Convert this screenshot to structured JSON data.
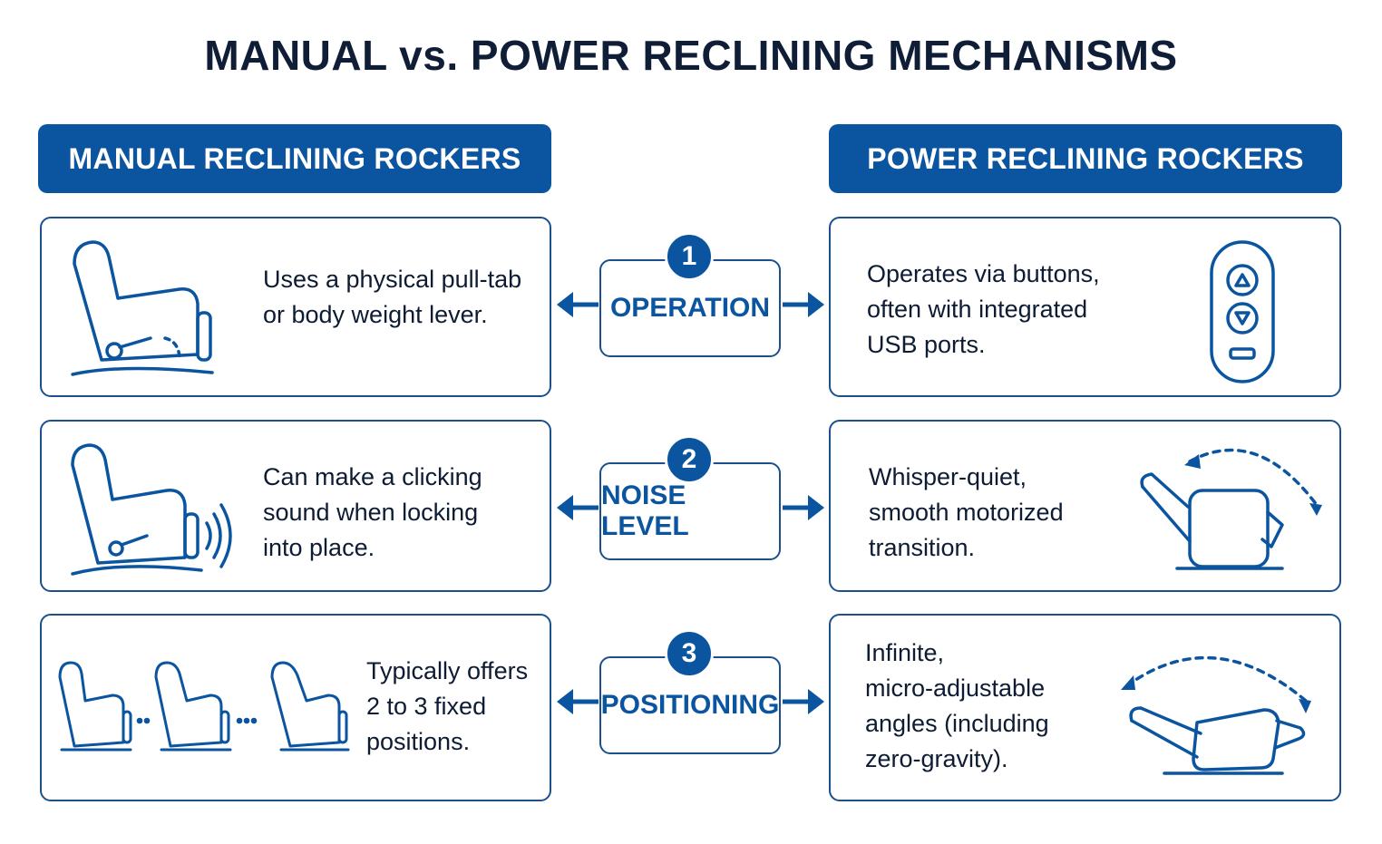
{
  "title": "MANUAL vs. POWER RECLINING MECHANISMS",
  "columns": {
    "left": "MANUAL RECLINING ROCKERS",
    "right": "POWER RECLINING ROCKERS"
  },
  "rows": [
    {
      "number": "1",
      "label": "OPERATION",
      "manual": "Uses a physical pull-tab\nor body weight lever.",
      "power": "Operates via buttons,\noften with integrated\nUSB ports."
    },
    {
      "number": "2",
      "label": "NOISE LEVEL",
      "manual": "Can make a clicking\nsound when locking\ninto place.",
      "power": "Whisper-quiet,\nsmooth motorized\ntransition."
    },
    {
      "number": "3",
      "label": "POSITIONING",
      "manual": "Typically offers\n2 to 3 fixed\npositions.",
      "power": "Infinite,\nmicro-adjustable\nangles (including\nzero-gravity)."
    }
  ],
  "icons": {
    "manual_operation": "recliner-lever-icon",
    "power_operation": "remote-control-icon",
    "manual_noise": "recliner-sound-icon",
    "power_noise": "power-recline-motion-icon",
    "manual_positioning": "three-positions-icon",
    "power_positioning": "zero-gravity-icon"
  },
  "colors": {
    "accent": "#0b55a0",
    "outline": "#1c4f8e",
    "text": "#0d1b33"
  }
}
